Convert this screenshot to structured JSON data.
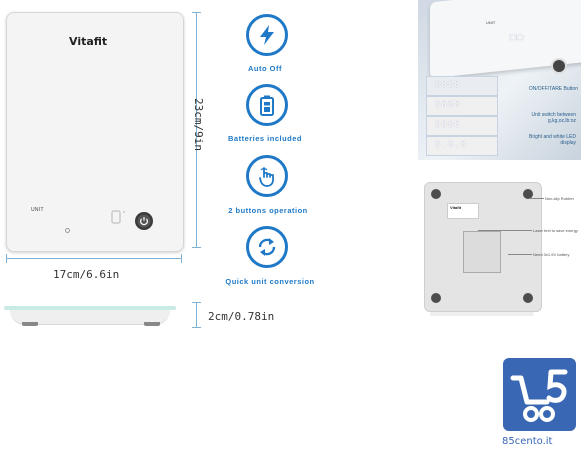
{
  "scale": {
    "brand": "Vitafit",
    "unit_label": "UNIT",
    "lcd_digit": "0"
  },
  "dimensions": {
    "height": "23cm/9in",
    "width": "17cm/6.6in",
    "thickness": "2cm/0.78in"
  },
  "features": [
    {
      "label": "Auto Off",
      "icon": "lightning-bolt-icon"
    },
    {
      "label": "Batteries included",
      "icon": "battery-icon"
    },
    {
      "label": "2 buttons operation",
      "icon": "touch-hand-icon"
    },
    {
      "label": "Quick unit conversion",
      "icon": "refresh-arrows-icon"
    }
  ],
  "photo_top": {
    "unit_label": "UNIT",
    "button_note": "ON/OFF/TARE Button",
    "displays": [
      "8888",
      "8888",
      "8888",
      "8.8.8"
    ],
    "note1": "Unit switch between g,kg,oz,lb:oz",
    "note2": "Bright and white LED display"
  },
  "photo_bottom": {
    "brand": "Vitafit",
    "label1": "Non-slip Rubber",
    "label2": "Laser text to save energy",
    "label3": "Need 3x1.5V battery"
  },
  "logo": {
    "text": "85cento.it"
  },
  "colors": {
    "accent": "#1f79c6",
    "dimension_line": "#7fb2d4",
    "logo": "#3a67b4"
  }
}
